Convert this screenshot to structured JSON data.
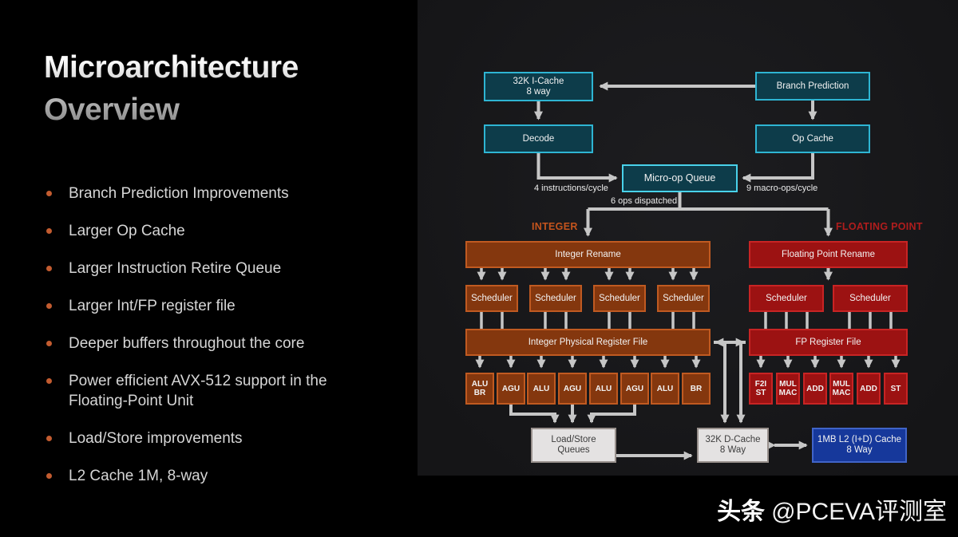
{
  "left_panel": {
    "title_line1": "Microarchitecture",
    "title_line2": "Overview",
    "bullets": [
      "Branch Prediction Improvements",
      "Larger Op Cache",
      "Larger Instruction Retire Queue",
      "Larger Int/FP register file",
      "Deeper buffers throughout the core",
      "Power efficient AVX-512 support in the Floating-Point Unit",
      "Load/Store improvements",
      "L2 Cache 1M, 8-way"
    ]
  },
  "diagram": {
    "boxes": {
      "icache": {
        "lines": [
          "32K I-Cache",
          "8 way"
        ]
      },
      "branch_prediction": {
        "lines": [
          "Branch Prediction"
        ]
      },
      "decode": {
        "lines": [
          "Decode"
        ]
      },
      "op_cache": {
        "lines": [
          "Op Cache"
        ]
      },
      "micro_op_queue": {
        "lines": [
          "Micro-op Queue"
        ]
      },
      "integer_rename": {
        "lines": [
          "Integer Rename"
        ]
      },
      "integer_prf": {
        "lines": [
          "Integer Physical Register File"
        ]
      },
      "fp_rename": {
        "lines": [
          "Floating Point Rename"
        ]
      },
      "fp_register_file": {
        "lines": [
          "FP Register File"
        ]
      },
      "load_store_queues": {
        "lines": [
          "Load/Store",
          "Queues"
        ]
      },
      "dcache": {
        "lines": [
          "32K D-Cache",
          "8 Way"
        ]
      },
      "l2_cache": {
        "lines": [
          "1MB L2 (I+D) Cache",
          "8 Way"
        ]
      }
    },
    "int_schedulers": [
      "Scheduler",
      "Scheduler",
      "Scheduler",
      "Scheduler"
    ],
    "int_exec_units": [
      [
        "ALU",
        "BR"
      ],
      [
        "AGU"
      ],
      [
        "ALU"
      ],
      [
        "AGU"
      ],
      [
        "ALU"
      ],
      [
        "AGU"
      ],
      [
        "ALU"
      ],
      [
        "BR"
      ]
    ],
    "fp_schedulers": [
      "Scheduler",
      "Scheduler"
    ],
    "fp_exec_units": [
      [
        "F2I",
        "ST"
      ],
      [
        "MUL",
        "MAC"
      ],
      [
        "ADD"
      ],
      [
        "MUL",
        "MAC"
      ],
      [
        "ADD"
      ],
      [
        "ST"
      ]
    ],
    "section_labels": {
      "integer": "INTEGER",
      "floating_point": "FLOATING POINT"
    },
    "flow_labels": {
      "instructions_per_cycle": "4 instructions/cycle",
      "macro_ops_per_cycle": "9 macro-ops/cycle",
      "ops_dispatched": "6 ops dispatched"
    }
  },
  "watermark": {
    "source": "头条",
    "handle": "@PCEVA评测室"
  },
  "colors": {
    "cyan_fill": "#0d3c4a",
    "cyan_border": "#2eb5d3",
    "moq_border": "#49d2ea",
    "orange_fill": "#84370e",
    "orange_border": "#c05a21",
    "red_fill": "#9c1212",
    "red_border": "#c82424",
    "gray_fill": "#e4e2e2",
    "gray_border": "#98908c",
    "gray_text": "#3c3c3c",
    "blue_fill": "#16389b",
    "blue_border": "#4064c8",
    "arrow": "#c6c6c6",
    "bullet_dot": "#c35c30",
    "integer_label": "#c4541d",
    "fp_label": "#b01d1d",
    "panel_bg": "#19191b"
  }
}
